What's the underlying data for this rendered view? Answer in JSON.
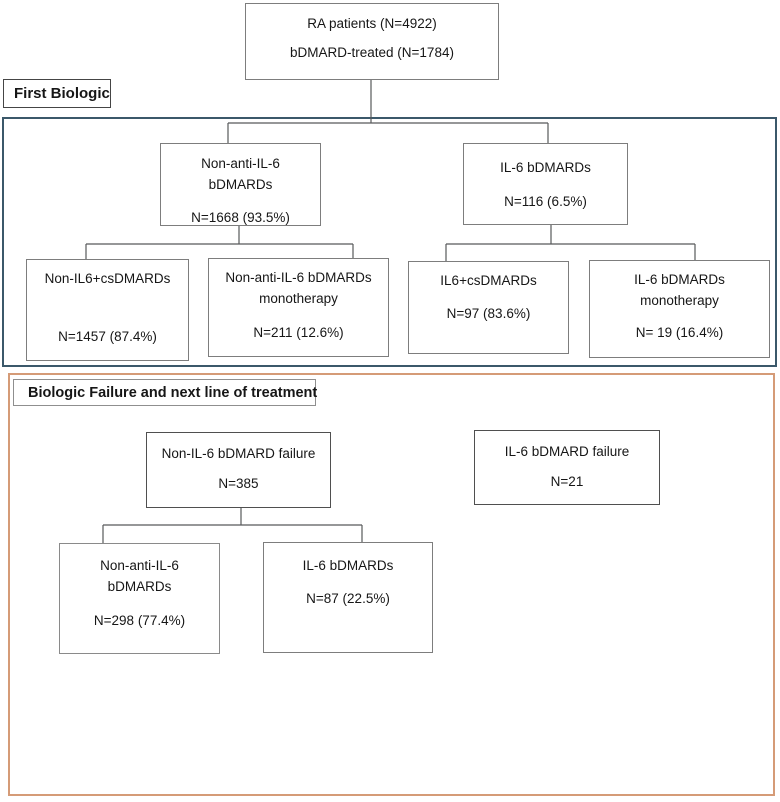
{
  "figure": {
    "root": {
      "line1": "RA patients (N=4922)",
      "line2": "bDMARD-treated (N=1784)"
    },
    "first_biologic": {
      "label": "First Biologic",
      "non_il6": {
        "line1": "Non-anti-IL-6",
        "line2": "bDMARDs",
        "value": "N=1668 (93.5%)"
      },
      "il6": {
        "line1": "IL-6 bDMARDs",
        "value": "N=116 (6.5%)"
      },
      "non_il6_cs": {
        "line1": "Non-IL6+csDMARDs",
        "value": "N=1457 (87.4%)"
      },
      "non_il6_mono": {
        "line1": "Non-anti-IL-6 bDMARDs",
        "line2": "monotherapy",
        "value": "N=211 (12.6%)"
      },
      "il6_cs": {
        "line1": "IL6+csDMARDs",
        "value": "N=97 (83.6%)"
      },
      "il6_mono": {
        "line1": "IL-6 bDMARDs",
        "line2": "monotherapy",
        "value": "N= 19 (16.4%)"
      }
    },
    "failure": {
      "label": "Biologic Failure and next line of treatment",
      "non_il6_failure": {
        "line1": "Non-IL-6 bDMARD failure",
        "value": "N=385"
      },
      "il6_failure": {
        "line1": "IL-6 bDMARD failure",
        "value": "N=21"
      },
      "next_non_il6": {
        "line1": "Non-anti-IL-6",
        "line2": "bDMARDs",
        "value": "N=298 (77.4%)"
      },
      "next_il6": {
        "line1": "IL-6 bDMARDs",
        "value": "N=87 (22.5%)"
      }
    },
    "colors": {
      "first_biologic_section_border": "#3b586a",
      "failure_section_border": "#d59b77",
      "connector_line": "#58595b"
    }
  }
}
